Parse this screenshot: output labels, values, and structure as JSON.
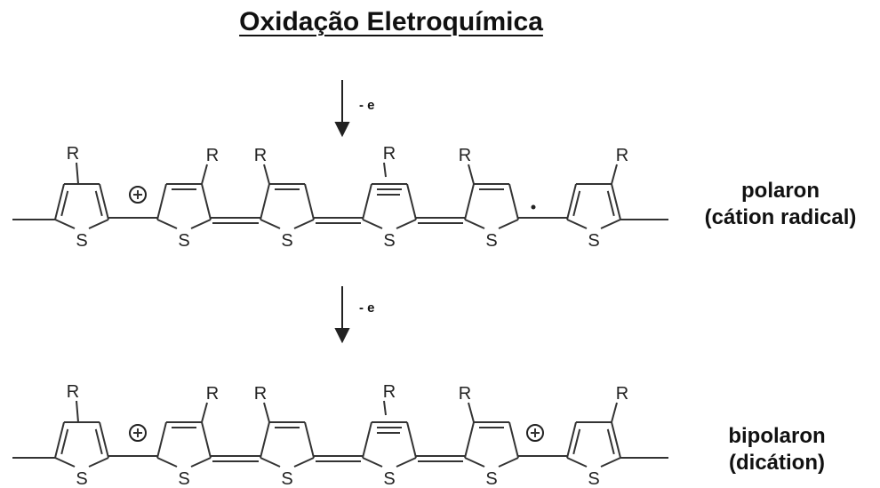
{
  "title": "Oxidação Eletroquímica",
  "steps": [
    {
      "label": "- e"
    },
    {
      "label": "- e"
    }
  ],
  "atoms": {
    "substituent": "R",
    "heteroatom": "S"
  },
  "states": [
    {
      "name": "polaron",
      "subtitle": "(cátion radical)",
      "charges": [
        "+"
      ],
      "radical": true
    },
    {
      "name": "bipolaron",
      "subtitle": "(dicátion)",
      "charges": [
        "+",
        "+"
      ],
      "radical": false
    }
  ]
}
